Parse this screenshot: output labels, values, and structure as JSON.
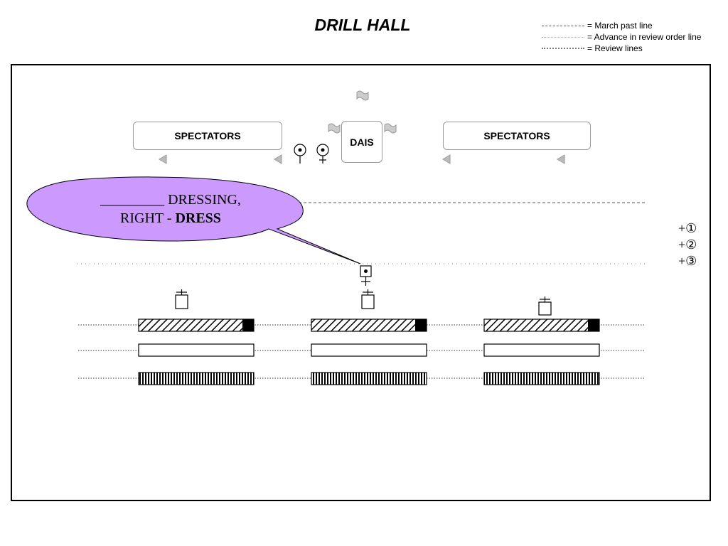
{
  "title": "DRILL HALL",
  "legend": [
    {
      "label": "= March past line",
      "style": "dashed"
    },
    {
      "label": "= Advance in review order line",
      "style": "sparse-dotted"
    },
    {
      "label": "= Review lines",
      "style": "dotted"
    }
  ],
  "hall": {
    "spectators_left": "SPECTATORS",
    "spectators_right": "SPECTATORS",
    "dais": "DAIS"
  },
  "callout": {
    "line1": "_________ DRESSING,",
    "line2_prefix": "RIGHT - ",
    "line2_bold": "DRESS",
    "fill": "#cc99ff"
  },
  "ranks": [
    "+①",
    "+②",
    "+③"
  ],
  "colors": {
    "border": "#000000",
    "flag": "#cccccc",
    "arrow": "#bbbbbb"
  }
}
